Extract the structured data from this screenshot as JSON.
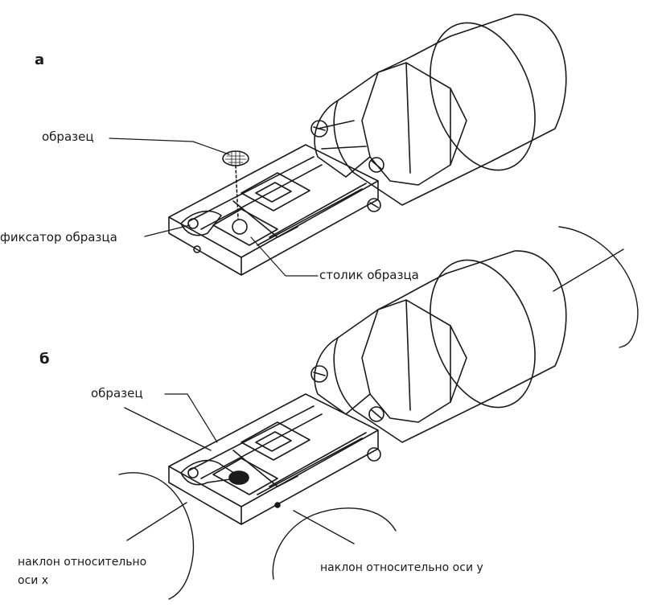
{
  "panels": {
    "a": {
      "letter": "а"
    },
    "b": {
      "letter": "б"
    }
  },
  "labels": {
    "a_sample": "образец",
    "a_clamp": "фиксатор образца",
    "a_stage": "столик образца",
    "b_sample": "образец",
    "b_tilt_x_line1": "наклон относительно",
    "b_tilt_x_line2": "оси x",
    "b_tilt_y": "наклон относительно оси y"
  },
  "colors": {
    "ink": "#1a1a1a",
    "paper": "#ffffff"
  }
}
